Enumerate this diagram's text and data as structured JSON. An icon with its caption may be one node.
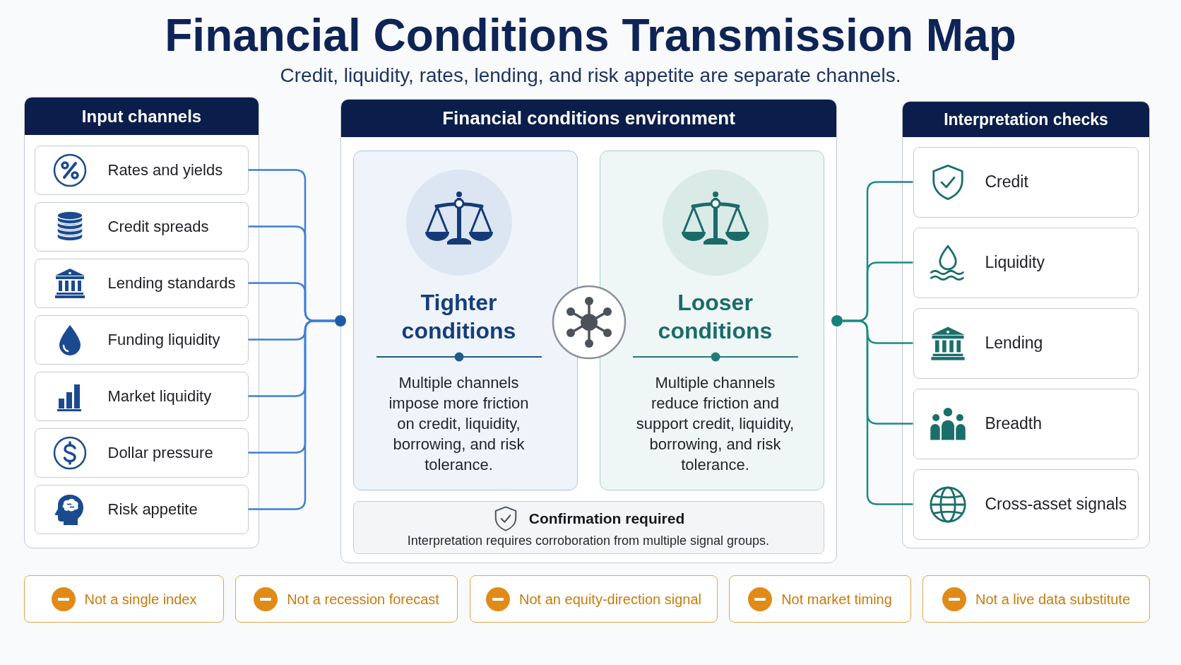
{
  "diagram": {
    "title": "Financial Conditions Transmission Map",
    "labels": [
      "Credit, liquidity, rates, lending, and risk appetite are separate channels."
    ],
    "nodes": [
      {
        "text": [
          "Input channels"
        ]
      },
      {
        "text": [
          "Rates and yields"
        ],
        "in": 0
      },
      {
        "text": [
          "Credit spreads"
        ],
        "in": 0
      },
      {
        "text": [
          "Lending standards"
        ],
        "in": 0
      },
      {
        "text": [
          "Funding liquidity"
        ],
        "in": 0
      },
      {
        "text": [
          "Market liquidity"
        ],
        "in": 0
      },
      {
        "text": [
          "Dollar pressure"
        ],
        "in": 0
      },
      {
        "text": [
          "Risk appetite"
        ],
        "in": 0
      },
      {
        "text": [
          "Financial conditions environment"
        ]
      },
      {
        "text": [
          "Tighter conditions",
          "Multiple channels impose more friction on credit, liquidity, borrowing, and risk tolerance."
        ],
        "in": 8
      },
      {
        "text": [
          "Looser conditions",
          "Multiple channels reduce friction and support credit, liquidity, borrowing, and risk tolerance."
        ],
        "in": 8
      },
      {
        "text": [
          "Confirmation required",
          "Interpretation requires corroboration from multiple signal groups."
        ],
        "in": 8
      },
      {
        "text": [
          "Interpretation checks"
        ]
      },
      {
        "text": [
          "Credit"
        ],
        "in": 12
      },
      {
        "text": [
          "Liquidity"
        ],
        "in": 12
      },
      {
        "text": [
          "Lending"
        ],
        "in": 12
      },
      {
        "text": [
          "Breadth"
        ],
        "in": 12
      },
      {
        "text": [
          "Cross-asset signals"
        ],
        "in": 12
      },
      {
        "text": [
          "Not a single index"
        ]
      },
      {
        "text": [
          "Not a recession forecast"
        ]
      },
      {
        "text": [
          "Not an equity-direction signal"
        ]
      },
      {
        "text": [
          "Not market timing"
        ]
      },
      {
        "text": [
          "Not a live data substitute"
        ]
      },
      {
        "text": [],
        "shape": "circle"
      },
      {
        "text": [],
        "shape": "circle"
      }
    ],
    "edges": [
      {
        "from": 1,
        "to": 23,
        "arrow": "none"
      },
      {
        "from": 2,
        "to": 23,
        "arrow": "none"
      },
      {
        "from": 3,
        "to": 23,
        "arrow": "none"
      },
      {
        "from": 4,
        "to": 23,
        "arrow": "none"
      },
      {
        "from": 5,
        "to": 23,
        "arrow": "none"
      },
      {
        "from": 6,
        "to": 23,
        "arrow": "none"
      },
      {
        "from": 7,
        "to": 23,
        "arrow": "none"
      },
      {
        "from": 24,
        "to": 13,
        "arrow": "none",
        "color": "#1c8a86"
      },
      {
        "from": 24,
        "to": 14,
        "arrow": "none",
        "color": "#1c8a86"
      },
      {
        "from": 24,
        "to": 15,
        "arrow": "none",
        "color": "#1c8a86"
      },
      {
        "from": 24,
        "to": 16,
        "arrow": "none",
        "color": "#1c8a86"
      },
      {
        "from": 24,
        "to": 17,
        "arrow": "none",
        "color": "#1c8a86"
      }
    ]
  }
}
